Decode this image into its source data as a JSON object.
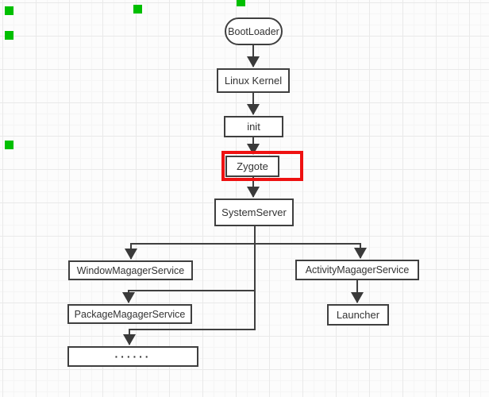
{
  "diagram": {
    "nodes": [
      {
        "id": "bootloader",
        "label": "BootLoader",
        "shape": "stadium"
      },
      {
        "id": "linux-kernel",
        "label": "Linux Kernel",
        "shape": "rect"
      },
      {
        "id": "init",
        "label": "init",
        "shape": "rect"
      },
      {
        "id": "zygote",
        "label": "Zygote",
        "shape": "rect",
        "highlighted": true
      },
      {
        "id": "systemserver",
        "label": "SystemServer",
        "shape": "rect"
      },
      {
        "id": "window-magager-service",
        "label": "WindowMagagerService",
        "shape": "rect"
      },
      {
        "id": "activity-magager-service",
        "label": "ActivityMagagerService",
        "shape": "rect"
      },
      {
        "id": "package-magager-service",
        "label": "PackageMagagerService",
        "shape": "rect"
      },
      {
        "id": "launcher",
        "label": "Launcher",
        "shape": "rect"
      },
      {
        "id": "more",
        "label": "······",
        "shape": "rect"
      }
    ],
    "edges": [
      {
        "from": "bootloader",
        "to": "linux-kernel"
      },
      {
        "from": "linux-kernel",
        "to": "init"
      },
      {
        "from": "init",
        "to": "zygote"
      },
      {
        "from": "zygote",
        "to": "systemserver"
      },
      {
        "from": "systemserver",
        "to": "window-magager-service"
      },
      {
        "from": "systemserver",
        "to": "activity-magager-service"
      },
      {
        "from": "systemserver",
        "to": "package-magager-service"
      },
      {
        "from": "systemserver",
        "to": "more"
      },
      {
        "from": "activity-magager-service",
        "to": "launcher"
      }
    ],
    "colors": {
      "line": "#3f3f3f",
      "box_border": "#3f3f3f",
      "box_fill": "#ffffff",
      "text": "#333333",
      "highlight_red": "#ee1111",
      "marker_green": "#00bf00",
      "canvas": "#fcfcfc",
      "grid_minor": "#f5f5f5",
      "grid_major": "#e9e9e9"
    }
  }
}
